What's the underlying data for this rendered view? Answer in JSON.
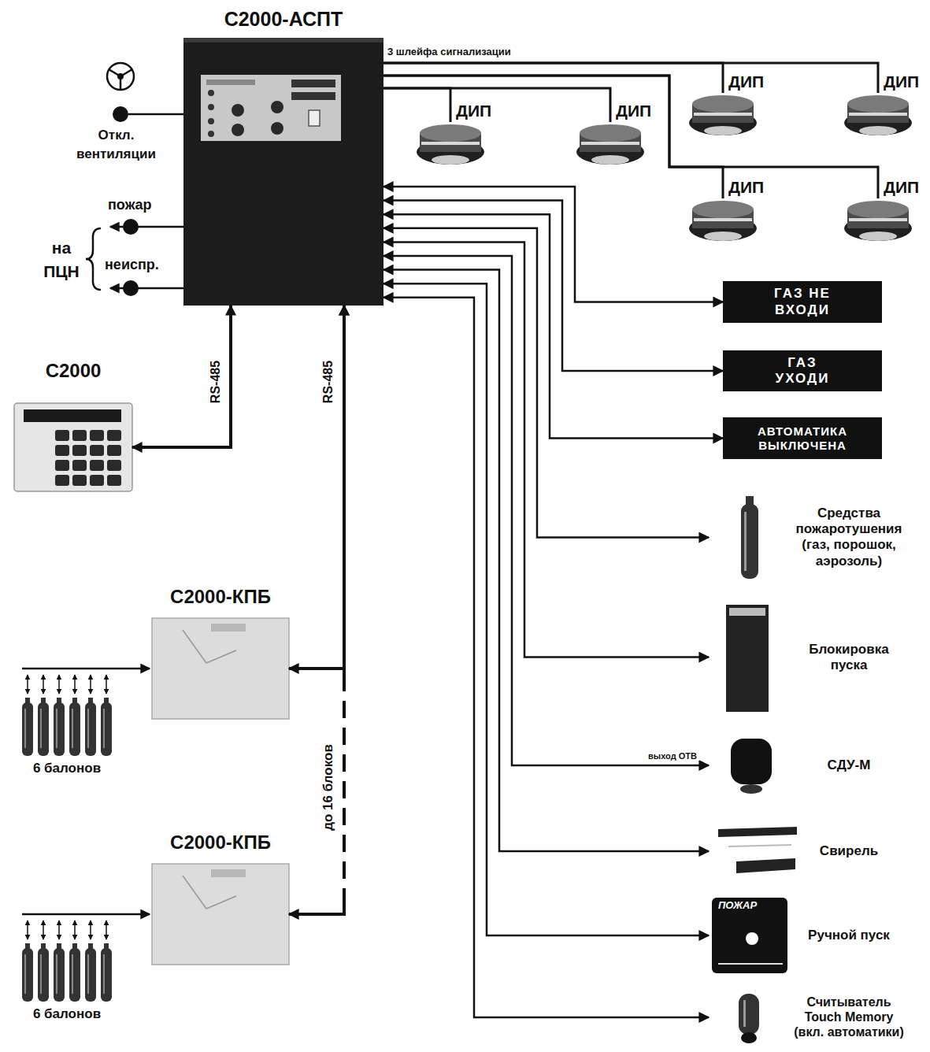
{
  "diagram": {
    "nodes": [
      {
        "text": [
          "С2000-АСПТ"
        ]
      },
      {
        "text": [
          "ДИП"
        ]
      },
      {
        "text": [
          "ДИП"
        ]
      },
      {
        "text": [
          "ДИП"
        ]
      },
      {
        "text": [
          "ДИП"
        ]
      },
      {
        "text": [
          "ДИП"
        ]
      },
      {
        "text": [
          "ДИП"
        ]
      },
      {
        "text": [
          "С2000"
        ]
      },
      {
        "text": [
          "С2000-КПБ"
        ]
      },
      {
        "text": [
          "С2000-КПБ"
        ]
      },
      {
        "text": [
          "ГАЗ НЕ ВХОДИ"
        ]
      },
      {
        "text": [
          "ГАЗ УХОДИ"
        ]
      },
      {
        "text": [
          "АВТОМАТИКА ВЫКЛЮЧЕНА"
        ]
      },
      {
        "text": [
          "Средства пожаротушения (газ, порошок, аэрозоль)"
        ]
      },
      {
        "text": [
          "Блокировка пуска"
        ]
      },
      {
        "text": [
          "СДУ-М"
        ]
      },
      {
        "text": [
          "Свирель"
        ]
      },
      {
        "text": [
          "Ручной пуск"
        ]
      },
      {
        "text": [
          "Считыватель Touch Memory (вкл. автоматики)"
        ]
      }
    ],
    "edges": [
      {
        "from": 0,
        "to": 1,
        "arrow": "none"
      },
      {
        "from": 0,
        "to": 2,
        "arrow": "none"
      },
      {
        "from": 0,
        "to": 3,
        "arrow": "none"
      },
      {
        "from": 0,
        "to": 4,
        "arrow": "none"
      },
      {
        "from": 0,
        "to": 5,
        "arrow": "none"
      },
      {
        "from": 0,
        "to": 6,
        "arrow": "none"
      },
      {
        "from": 0,
        "to": 7,
        "label": "RS-485",
        "arrow": "both"
      },
      {
        "from": 0,
        "to": 8,
        "label": "RS-485",
        "arrow": "both"
      },
      {
        "from": 0,
        "to": 9,
        "label": "до 16 блоков",
        "arrow": "both"
      },
      {
        "from": 0,
        "to": 10,
        "arrow": "both"
      },
      {
        "from": 0,
        "to": 11,
        "arrow": "both"
      },
      {
        "from": 0,
        "to": 12,
        "arrow": "both"
      },
      {
        "from": 0,
        "to": 13,
        "arrow": "both"
      },
      {
        "from": 0,
        "to": 14,
        "arrow": "both"
      },
      {
        "from": 0,
        "to": 15,
        "label": "выход ОТВ",
        "arrow": "both"
      },
      {
        "from": 0,
        "to": 16,
        "arrow": "both"
      },
      {
        "from": 0,
        "to": 17,
        "arrow": "both"
      },
      {
        "from": 0,
        "to": 18,
        "arrow": "both"
      }
    ],
    "labels": [
      "3 шлейфа сигнализации",
      "Откл. вентиляции",
      "пожар",
      "неиспр.",
      "на ПЦН",
      "6 балонов",
      "6 балонов",
      "ПОЖАР"
    ]
  }
}
